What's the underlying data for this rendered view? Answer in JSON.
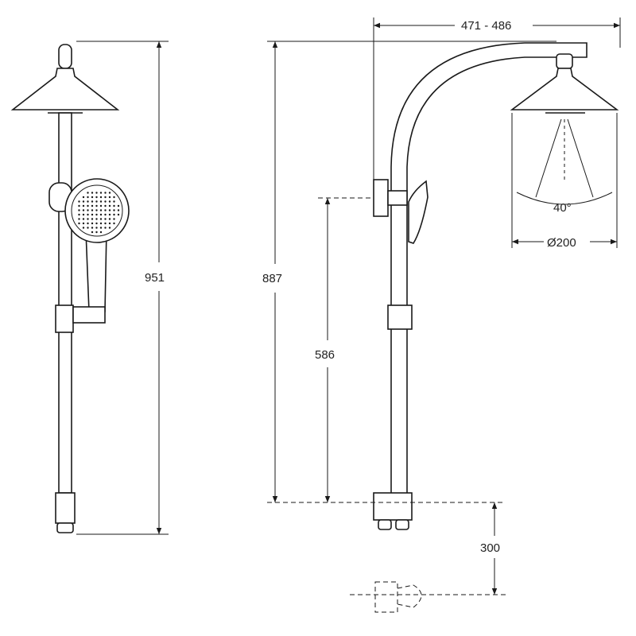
{
  "dimensions": {
    "total_height_front": "951",
    "height_side": "887",
    "arm_reach": "471 - 486",
    "bracket_height": "586",
    "spray_angle": "40°",
    "head_diameter": "Ø200",
    "outlet_height": "300"
  },
  "colors": {
    "line": "#1a1a1a",
    "background": "#ffffff"
  }
}
